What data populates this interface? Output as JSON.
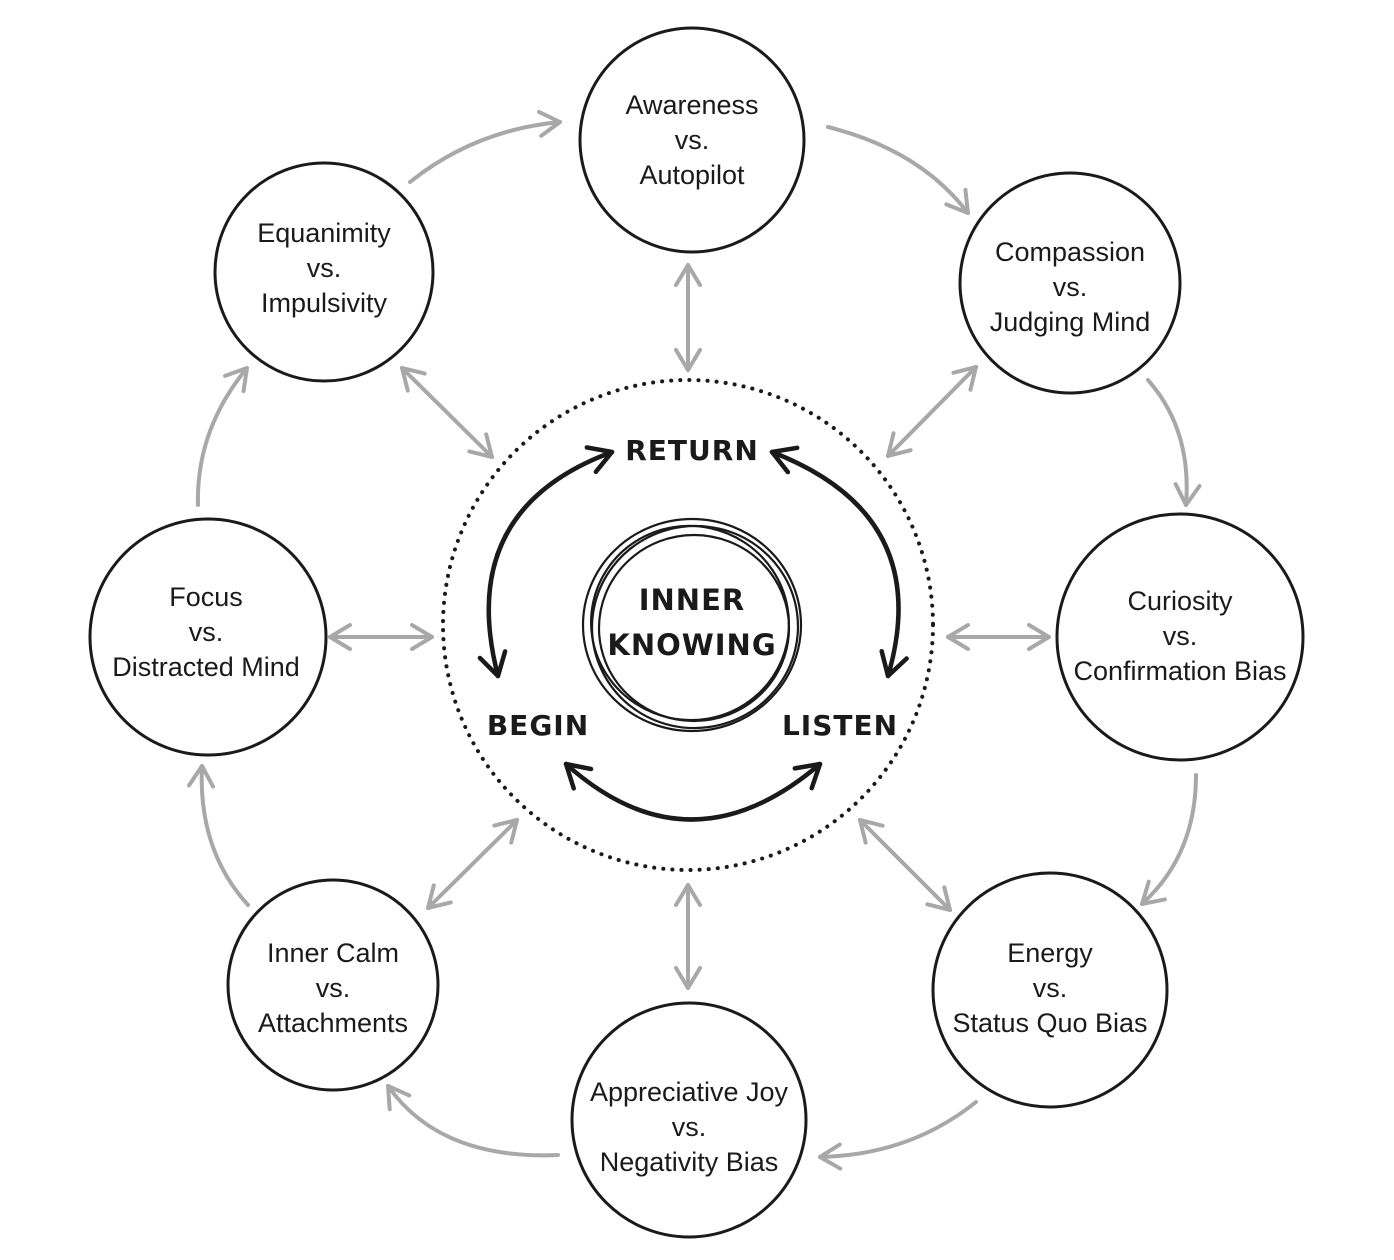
{
  "center": {
    "title_line1": "INNER",
    "title_line2": "KNOWING"
  },
  "steps": {
    "return": "RETURN",
    "begin": "BEGIN",
    "listen": "LISTEN"
  },
  "nodes": [
    {
      "id": "awareness",
      "line1": "Awareness",
      "line2": "vs.",
      "line3": "Autopilot"
    },
    {
      "id": "compassion",
      "line1": "Compassion",
      "line2": "vs.",
      "line3": "Judging Mind"
    },
    {
      "id": "curiosity",
      "line1": "Curiosity",
      "line2": "vs.",
      "line3": "Confirmation Bias"
    },
    {
      "id": "energy",
      "line1": "Energy",
      "line2": "vs.",
      "line3": "Status Quo Bias"
    },
    {
      "id": "appreciative-joy",
      "line1": "Appreciative Joy",
      "line2": "vs.",
      "line3": "Negativity Bias"
    },
    {
      "id": "inner-calm",
      "line1": "Inner Calm",
      "line2": "vs.",
      "line3": "Attachments"
    },
    {
      "id": "focus",
      "line1": "Focus",
      "line2": "vs.",
      "line3": "Distracted Mind"
    },
    {
      "id": "equanimity",
      "line1": "Equanimity",
      "line2": "vs.",
      "line3": "Impulsivity"
    }
  ],
  "colors": {
    "ink": "#1a1a1a",
    "connector": "#a8a8a8",
    "background": "#ffffff"
  }
}
